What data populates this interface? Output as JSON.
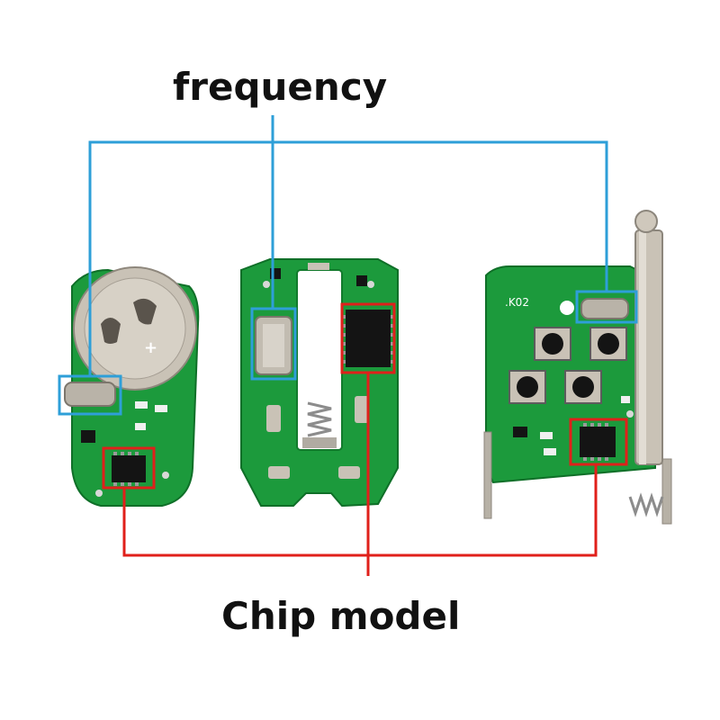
{
  "labels": {
    "frequency": "frequency",
    "chip_model": "Chip model",
    "board_marking": ".K02"
  },
  "colors": {
    "background": "#ffffff",
    "frequency_callout": "#2e9fd8",
    "chip_callout": "#e0201b",
    "pcb_green": "#1c9a3c",
    "pcb_dark": "#127a2c",
    "chip_black": "#141414",
    "metal": "#c9c2b6"
  },
  "icons": [
    "coin-battery-holder",
    "spring",
    "telescopic-antenna",
    "tactile-button"
  ]
}
